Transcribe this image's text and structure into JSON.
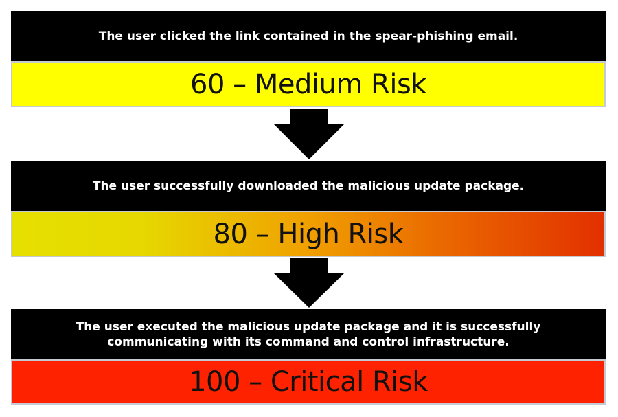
{
  "steps": [
    {
      "description": "The user clicked the link contained in the spear-phishing email.",
      "risk_label": "60 – Medium Risk",
      "risk_color": "#ffff00"
    },
    {
      "description": "The user successfully downloaded the malicious update package.",
      "risk_label": "80 – High Risk",
      "risk_color": "#f0a000"
    },
    {
      "description": "The user executed the malicious update package and it is successfully communicating with its command and control infrastructure.",
      "risk_label": "100 – Critical Risk",
      "risk_color": "#ff2200"
    }
  ],
  "arrows": [
    {
      "icon": "arrow-down-icon"
    },
    {
      "icon": "arrow-down-icon"
    }
  ]
}
